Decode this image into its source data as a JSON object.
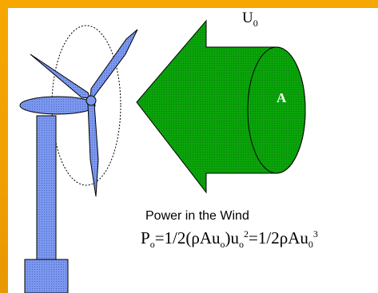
{
  "labels": {
    "velocity_symbol": "U",
    "velocity_subscript": "0",
    "area_symbol": "A"
  },
  "caption": "Power in the Wind",
  "formula": {
    "lhs_symbol": "P",
    "lhs_subscript": "o",
    "equals_1": "=",
    "term1_prefix": "1/2(",
    "rho_1": "ρ",
    "term1_mid": "Au",
    "term1_sub1": "o",
    "term1_close": ")u",
    "term1_sub2": "o",
    "term1_sup": "2",
    "equals_2": "=",
    "term2_prefix": "1/2",
    "rho_2": "ρ",
    "term2_mid": "Au",
    "term2_sub": "0",
    "term2_sup": "3"
  },
  "colors": {
    "background_orange": "#f0a000",
    "panel": "#ffffff",
    "turbine_blue": "#6f8fe6",
    "arrow_green": "#079d07"
  }
}
